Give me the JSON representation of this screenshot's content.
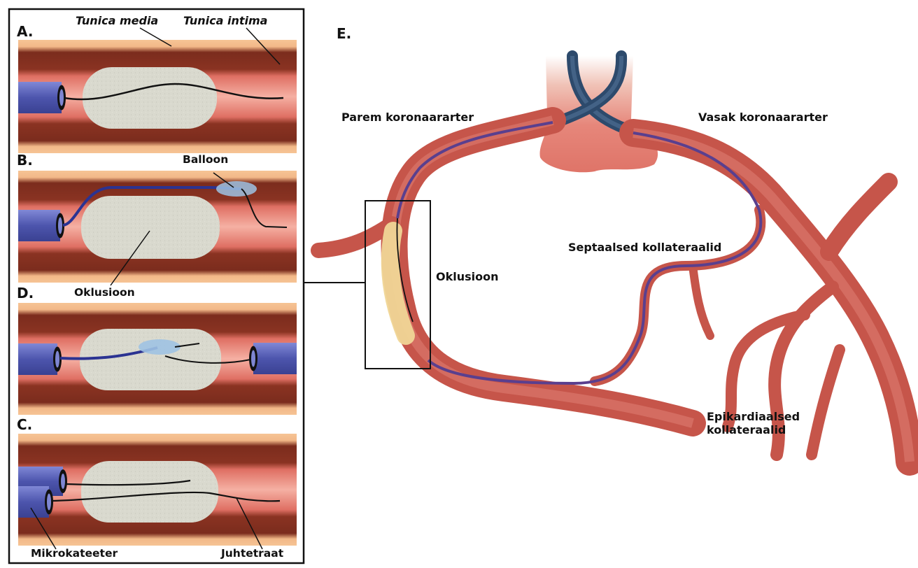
{
  "panels": {
    "A": {
      "letter": "A.",
      "labels": {
        "tunica_media": "Tunica media",
        "tunica_intima": "Tunica intima"
      }
    },
    "B": {
      "letter": "B.",
      "labels": {
        "balloon": "Balloon",
        "occlusion": "Oklusioon"
      }
    },
    "D": {
      "letter": "D."
    },
    "C": {
      "letter": "C.",
      "labels": {
        "microcatheter": "Mikrokateeter",
        "guidewire": "Juhtetraat"
      }
    },
    "E": {
      "letter": "E.",
      "labels": {
        "right_coronary": "Parem koronaararter",
        "left_coronary": "Vasak koronaararter",
        "occlusion": "Oklusioon",
        "septal_collaterals": "Septaalsed kollateraalid",
        "epicardial_collaterals": "Epikardiaalsed kollateraalid"
      }
    }
  },
  "colors": {
    "fat": "#f2ba8a",
    "adventitia": "#7a2a1c",
    "lumen": "#e26d62",
    "plaque": "#d8d8cd",
    "catheter": "#5960b8",
    "balloon": "#9ec2e3",
    "artery": "#c8564a",
    "outline": "#111111"
  }
}
